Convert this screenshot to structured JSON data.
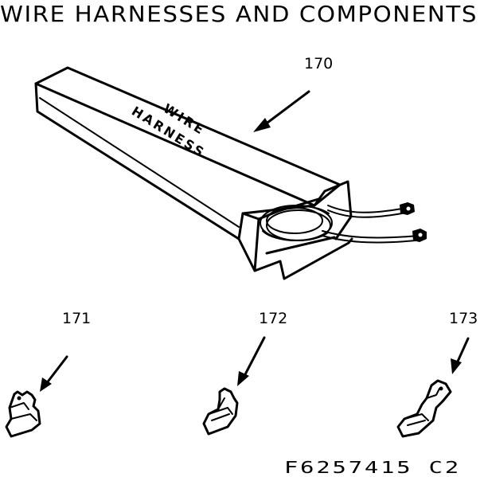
{
  "title": "WIRE HARNESSES AND COMPONENTS",
  "parts": [
    {
      "number": "170",
      "label_line1": "WIRE",
      "label_line2": "HARNESS"
    },
    {
      "number": "171"
    },
    {
      "number": "172"
    },
    {
      "number": "173"
    }
  ],
  "drawing_code": "F6257415 C2"
}
